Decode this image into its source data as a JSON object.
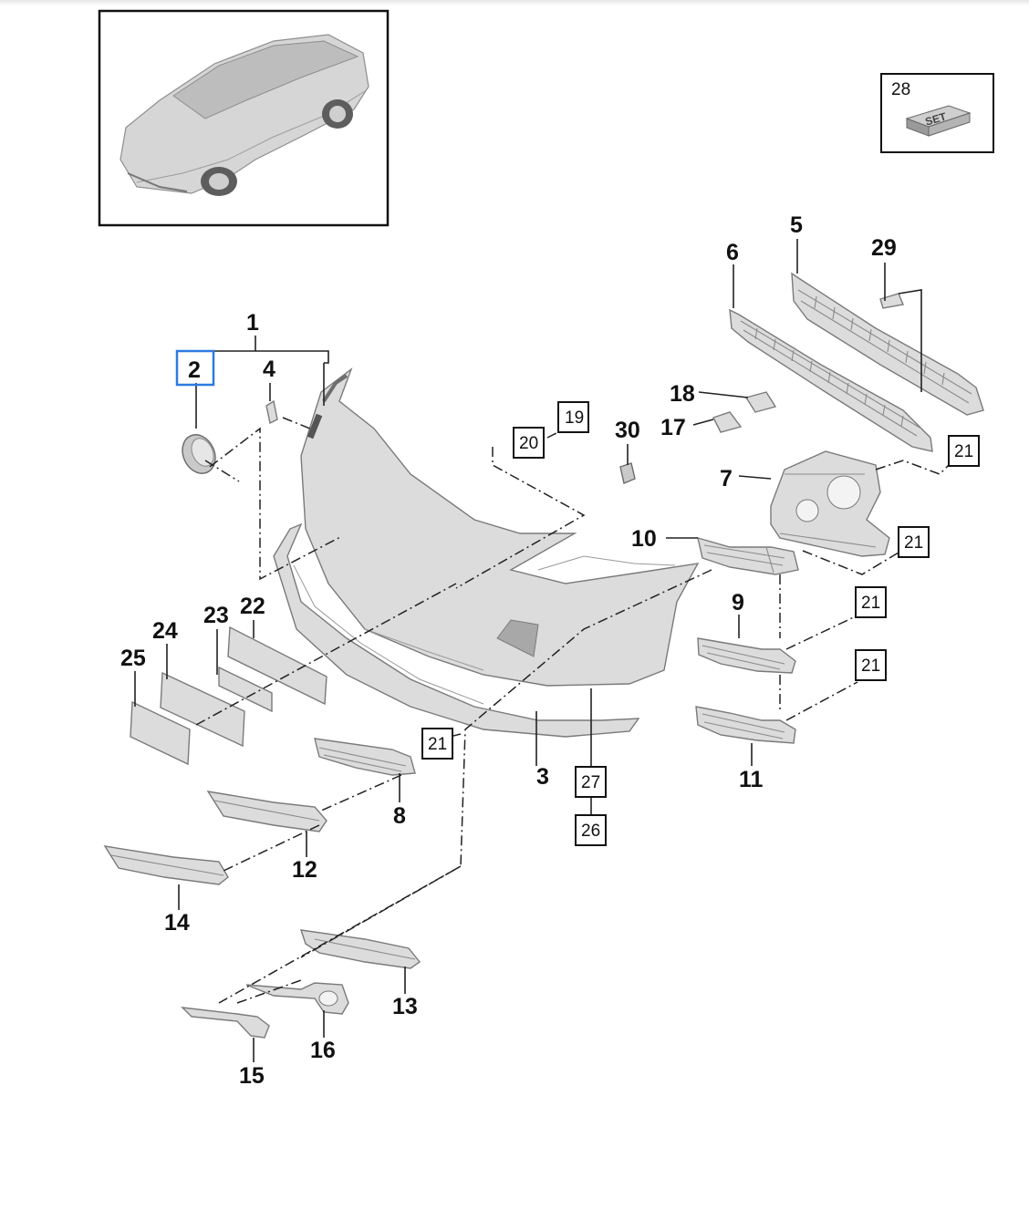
{
  "labels": {
    "l1": "1",
    "l2": "2",
    "l3": "3",
    "l4": "4",
    "l5": "5",
    "l6": "6",
    "l7": "7",
    "l8": "8",
    "l9": "9",
    "l10": "10",
    "l11": "11",
    "l12": "12",
    "l13": "13",
    "l14": "14",
    "l15": "15",
    "l16": "16",
    "l17": "17",
    "l18": "18",
    "l22": "22",
    "l23": "23",
    "l24": "24",
    "l25": "25",
    "l29": "29",
    "l30": "30"
  },
  "boxed": {
    "b19": "19",
    "b20": "20",
    "b21": "21",
    "b27": "27",
    "b26": "26",
    "b28": "28"
  },
  "set_label": "SET",
  "highlight_color": "#2d7be0"
}
